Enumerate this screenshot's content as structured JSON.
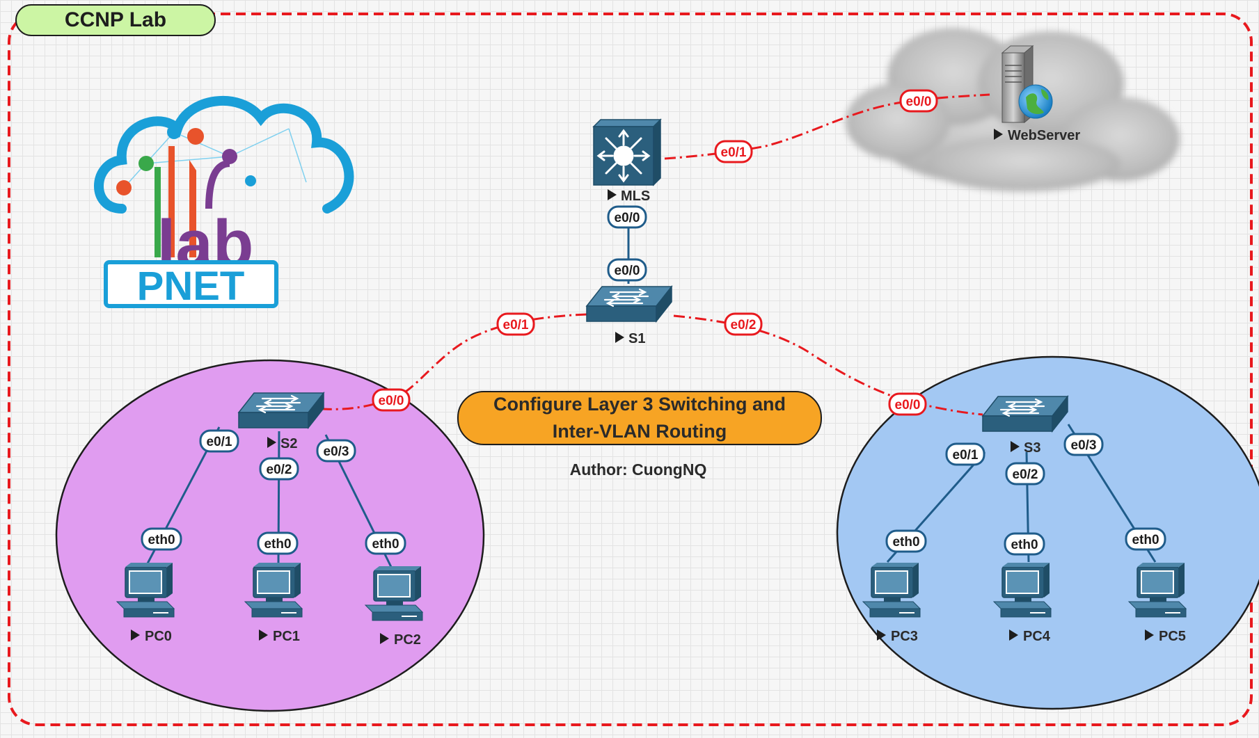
{
  "title": "CCNP Lab",
  "topic": "Configure Layer 3 Switching and Inter-VLAN Routing",
  "author": "Author: CuongNQ",
  "logo": {
    "word_lab": "lab",
    "word_pnet": "PNET"
  },
  "colors": {
    "border_dash": "#e8191e",
    "port_red": "#e8191e",
    "port_blue": "#1f5c8a",
    "lan_left": "#e09cf0",
    "lan_right": "#a3c8f3",
    "device": "#2b5f7d",
    "title_fill": "#ccf5a4",
    "topic_fill": "#f7a424"
  },
  "devices": {
    "mls": "MLS",
    "s1": "S1",
    "s2": "S2",
    "s3": "S3",
    "webserver": "WebServer",
    "pc0": "PC0",
    "pc1": "PC1",
    "pc2": "PC2",
    "pc3": "PC3",
    "pc4": "PC4",
    "pc5": "PC5"
  },
  "ports": {
    "web_e00": "e0/0",
    "mls_e01": "e0/1",
    "mls_e00": "e0/0",
    "s1_e00": "e0/0",
    "s1_e01": "e0/1",
    "s1_e02": "e0/2",
    "s2_e00": "e0/0",
    "s2_e01": "e0/1",
    "s2_e02": "e0/2",
    "s2_e03": "e0/3",
    "s3_e00": "e0/0",
    "s3_e01": "e0/1",
    "s3_e02": "e0/2",
    "s3_e03": "e0/3",
    "pc0_eth0": "eth0",
    "pc1_eth0": "eth0",
    "pc2_eth0": "eth0",
    "pc3_eth0": "eth0",
    "pc4_eth0": "eth0",
    "pc5_eth0": "eth0"
  }
}
